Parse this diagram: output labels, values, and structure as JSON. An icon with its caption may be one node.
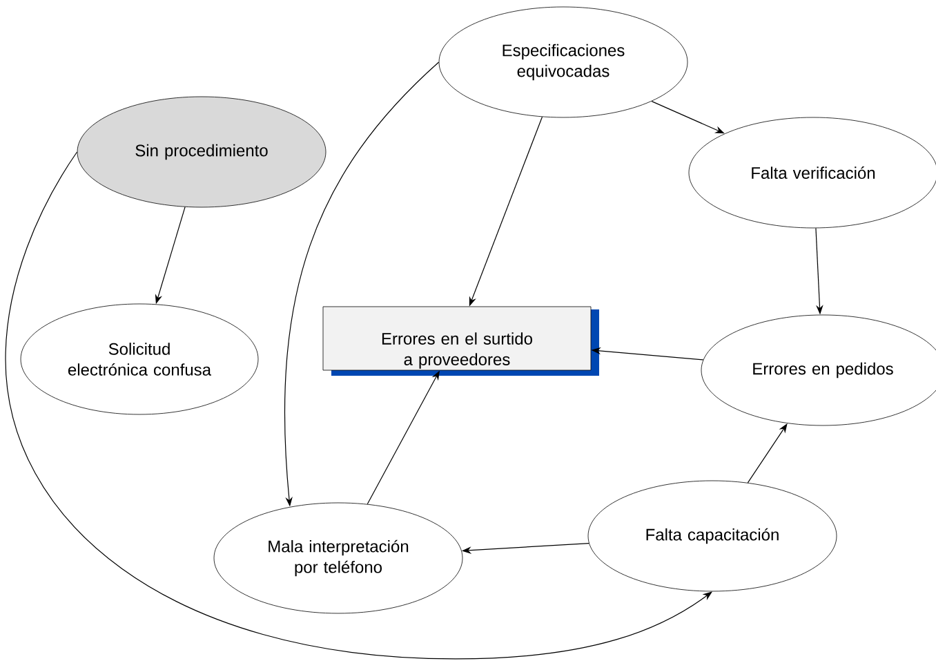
{
  "diagram": {
    "nodes": [
      {
        "text": [
          "Sin procedimiento"
        ]
      },
      {
        "text": [
          "Solicitud electrónica confusa"
        ]
      },
      {
        "text": [
          "Especificaciones equivocadas"
        ]
      },
      {
        "text": [
          "Falta verificación"
        ]
      },
      {
        "text": [
          "Errores en el surtido a proveedores"
        ]
      },
      {
        "text": [
          "Errores en pedidos"
        ]
      },
      {
        "text": [
          "Falta capacitación"
        ]
      },
      {
        "text": [
          "Mala interpretación por teléfono"
        ]
      }
    ],
    "edges": [
      {
        "from": 0,
        "to": 1,
        "arrow": "to"
      },
      {
        "from": 0,
        "to": 6,
        "arrow": "to"
      },
      {
        "from": 2,
        "to": 7,
        "arrow": "to"
      },
      {
        "from": 2,
        "to": 4,
        "arrow": "to"
      },
      {
        "from": 2,
        "to": 3,
        "arrow": "to"
      },
      {
        "from": 3,
        "to": 5,
        "arrow": "to"
      },
      {
        "from": 5,
        "to": 4,
        "arrow": "to"
      },
      {
        "from": 6,
        "to": 5,
        "arrow": "to"
      },
      {
        "from": 6,
        "to": 7,
        "arrow": "to"
      },
      {
        "from": 7,
        "to": 4,
        "arrow": "to"
      }
    ]
  }
}
